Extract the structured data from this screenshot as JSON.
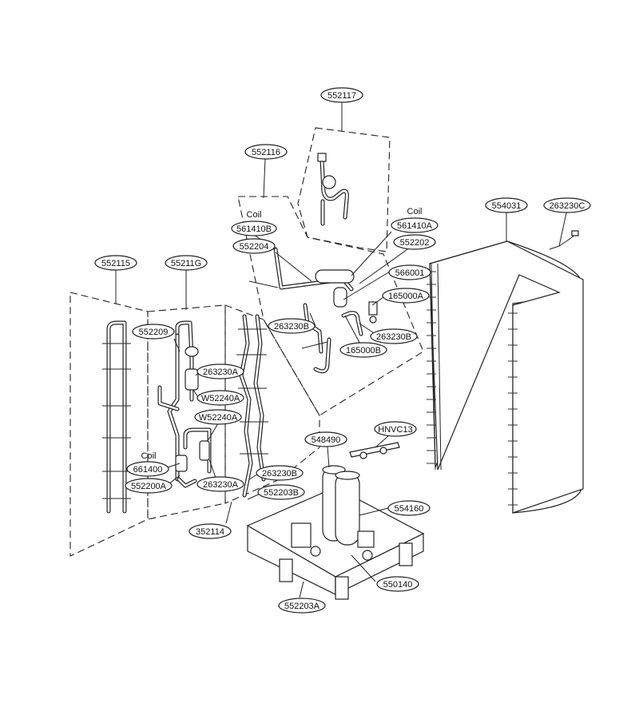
{
  "labels": [
    {
      "id": "552117",
      "text": "552117"
    },
    {
      "id": "552116",
      "text": "552116"
    },
    {
      "id": "561410B",
      "text": "561410B"
    },
    {
      "id": "552204",
      "text": "552204"
    },
    {
      "id": "561410A",
      "text": "561410A"
    },
    {
      "id": "552202",
      "text": "552202"
    },
    {
      "id": "566001",
      "text": "566001"
    },
    {
      "id": "165000A",
      "text": "165000A"
    },
    {
      "id": "263230B-top",
      "text": "263230B"
    },
    {
      "id": "165000B",
      "text": "165000B"
    },
    {
      "id": "263230B-right",
      "text": "263230B"
    },
    {
      "id": "554031",
      "text": "554031"
    },
    {
      "id": "263230C",
      "text": "263230C"
    },
    {
      "id": "552115",
      "text": "552115"
    },
    {
      "id": "55211G",
      "text": "55211G"
    },
    {
      "id": "552209",
      "text": "552209"
    },
    {
      "id": "263230A-top",
      "text": "263230A"
    },
    {
      "id": "W52240A-top",
      "text": "W52240A"
    },
    {
      "id": "W52240A-bottom",
      "text": "W52240A"
    },
    {
      "id": "661400",
      "text": "661400"
    },
    {
      "id": "552200A",
      "text": "552200A"
    },
    {
      "id": "263230A-bottom",
      "text": "263230A"
    },
    {
      "id": "263230B-low",
      "text": "263230B"
    },
    {
      "id": "552203B",
      "text": "552203B"
    },
    {
      "id": "352114",
      "text": "352114"
    },
    {
      "id": "548490",
      "text": "548490"
    },
    {
      "id": "HNVC13",
      "text": "HNVC13"
    },
    {
      "id": "554160",
      "text": "554160"
    },
    {
      "id": "550140",
      "text": "550140"
    },
    {
      "id": "552203A",
      "text": "552203A"
    }
  ],
  "notes": [
    {
      "id": "coil-561410B",
      "text": "Coil"
    },
    {
      "id": "coil-561410A",
      "text": "Coil"
    },
    {
      "id": "coil-661400",
      "text": "Coil"
    }
  ]
}
